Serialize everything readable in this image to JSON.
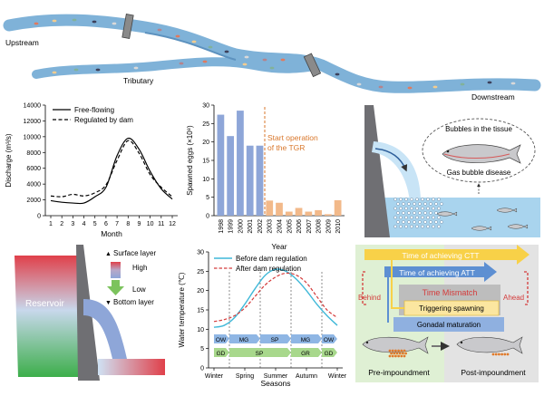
{
  "river": {
    "upstream_label": "Upstream",
    "tributary_label": "Tributary",
    "downstream_label": "Downstream"
  },
  "discharge_panel": {
    "legend_free": "Free-flowing",
    "legend_regulated": "Regulated by dam"
  },
  "eggs_panel": {
    "annotation": "Start operation of the TGR",
    "annotation_line1": "Start operation",
    "annotation_line2": "of the TGR"
  },
  "gas_panel": {
    "bubbles_label": "Bubbles in the tissue",
    "disease_label": "Gas bubble disease"
  },
  "reservoir_panel": {
    "reservoir_label": "Reservoir",
    "surface_label": "Surface layer",
    "high_label": "High",
    "low_label": "Low",
    "bottom_label": "Bottom layer"
  },
  "temp_panel": {
    "legend_before": "Before dam regulation",
    "legend_after": "After dam regulation",
    "band_top": [
      "OW",
      "MG",
      "SP",
      "MG",
      "OW"
    ],
    "band_bottom": [
      "GD",
      "SP",
      "GR",
      "GD"
    ],
    "season_ticks": [
      "Winter",
      "Spring",
      "Summer",
      "Autumn",
      "Winter"
    ]
  },
  "mismatch_panel": {
    "ctt_label": "Time of achieving CTT",
    "att_label": "Time of achieving ATT",
    "mismatch_title": "Time Mismatch",
    "triggering_label": "Triggering spawning",
    "gonadal_label": "Gonadal maturation",
    "behind_label": "Behind",
    "ahead_label": "Ahead",
    "pre_label": "Pre-impoundment",
    "post_label": "Post-impoundment"
  },
  "colors": {
    "river": "#7fb2d8",
    "bar_blue": "#8ea6d8",
    "bar_orange": "#f2b98a",
    "annotation_orange": "#d9772b",
    "before_line": "#3fb8d8",
    "after_line": "#d43b3b",
    "arrow_yellow": "#f8d148",
    "arrow_blue": "#5d8fd2",
    "panel_green": "#dff0d4",
    "panel_gray": "#e3e3e3"
  },
  "chart_data": [
    {
      "type": "line",
      "xlabel": "Month",
      "ylabel": "Discharge (m³/s)",
      "x": [
        1,
        2,
        3,
        4,
        5,
        6,
        7,
        8,
        9,
        10,
        11,
        12
      ],
      "xticks": [
        "1",
        "2",
        "3",
        "4",
        "5",
        "6",
        "7",
        "8",
        "9",
        "10",
        "11",
        "12"
      ],
      "yticks": [
        "0",
        "2000",
        "4000",
        "6000",
        "8000",
        "10000",
        "12000",
        "14000"
      ],
      "xlim": [
        1,
        12
      ],
      "ylim": [
        0,
        14000
      ],
      "series": [
        {
          "name": "Free-flowing",
          "values": [
            1900,
            1700,
            1600,
            1600,
            2400,
            3600,
            7600,
            9800,
            8400,
            5600,
            3400,
            2100
          ]
        },
        {
          "name": "Regulated by dam",
          "values": [
            2500,
            2400,
            2700,
            2500,
            2900,
            3900,
            7000,
            9500,
            7900,
            5200,
            3600,
            2400
          ]
        }
      ],
      "legend": "top-left",
      "grid": false
    },
    {
      "type": "bar",
      "xlabel": "Year",
      "ylabel": "Spawned eggs (×10⁸)",
      "categories": [
        "1998",
        "1999",
        "2000",
        "2001",
        "2002",
        "2003",
        "2004",
        "2005",
        "2006",
        "2007",
        "2008",
        "2009",
        "2010"
      ],
      "values": [
        27.4,
        21.6,
        28.5,
        19.0,
        19.0,
        4.1,
        3.5,
        1.1,
        2.1,
        1.1,
        1.5,
        0.4,
        4.2
      ],
      "yticks": [
        "0",
        "5",
        "10",
        "15",
        "20",
        "25",
        "30"
      ],
      "ylim": [
        0,
        30
      ],
      "grid": false
    },
    {
      "type": "line",
      "xlabel": "Seasons",
      "ylabel": "Water temperature (℃)",
      "x": [
        0,
        1,
        2,
        3,
        4,
        5,
        6,
        7,
        8,
        9,
        10,
        11,
        12
      ],
      "yticks": [
        "0",
        "5",
        "10",
        "15",
        "20",
        "25",
        "30"
      ],
      "ylim": [
        0,
        30
      ],
      "series": [
        {
          "name": "Before dam regulation",
          "values": [
            10.5,
            11,
            13,
            16.5,
            20.5,
            24,
            25.5,
            25,
            23,
            20,
            16.5,
            13.5,
            11
          ]
        },
        {
          "name": "After dam regulation",
          "values": [
            12,
            12.5,
            13.5,
            15.5,
            18.5,
            21.5,
            23.5,
            24.5,
            24,
            22,
            18.5,
            15,
            13
          ]
        }
      ],
      "legend": "top-left",
      "grid": false
    }
  ]
}
